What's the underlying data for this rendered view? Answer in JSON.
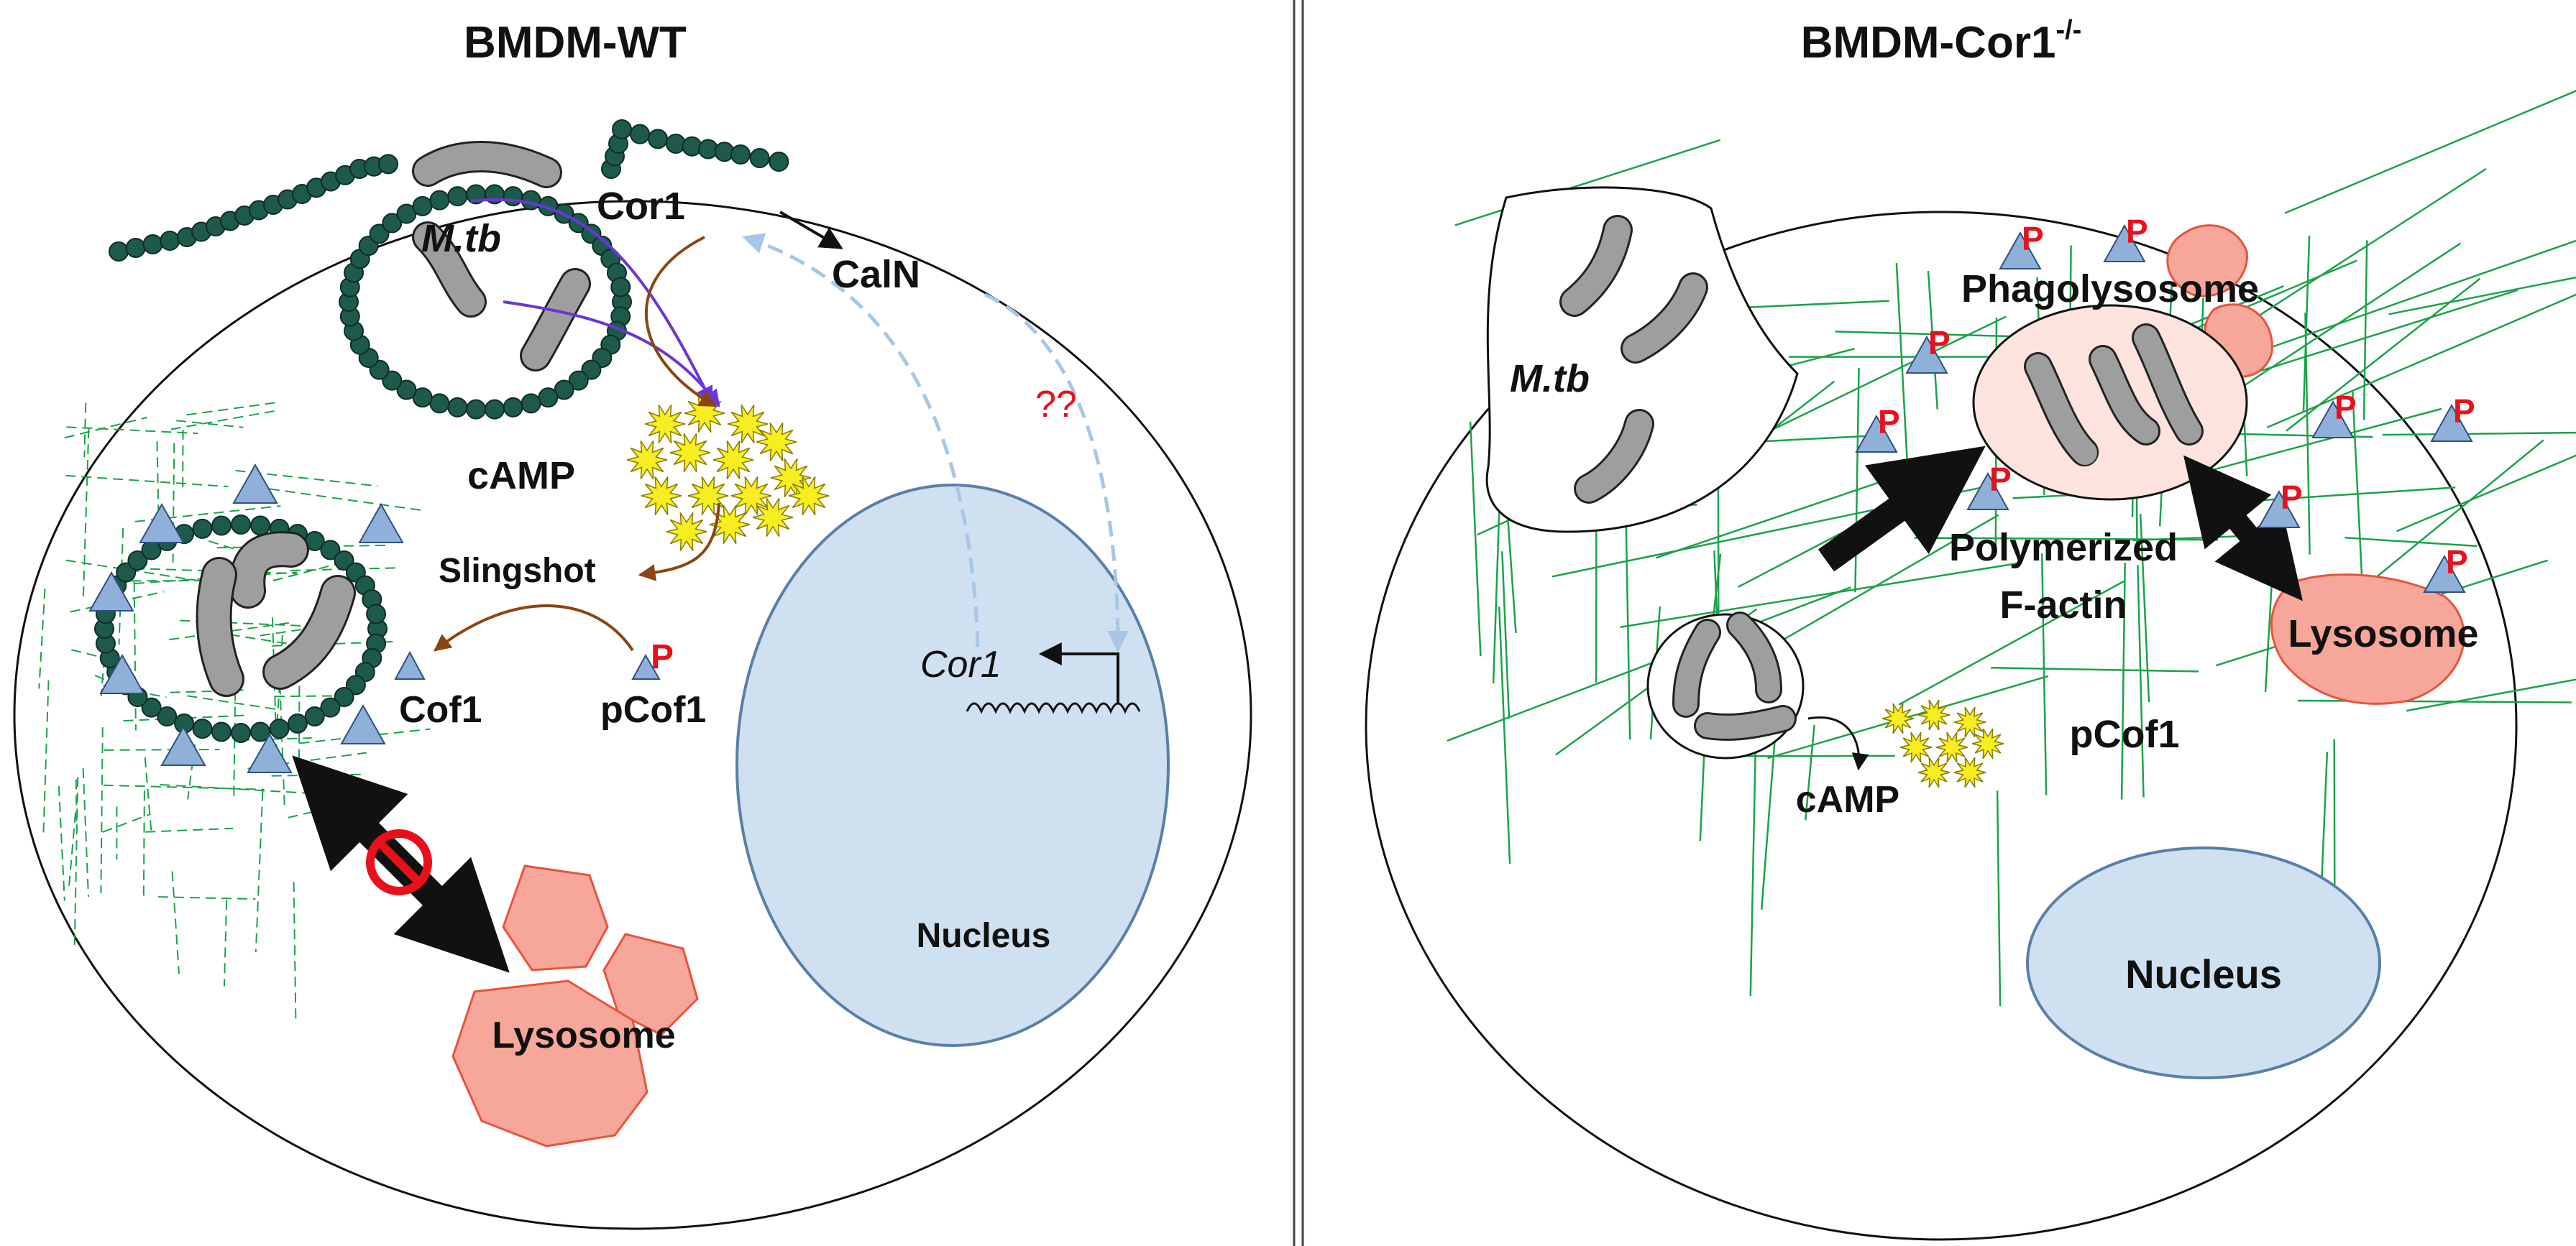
{
  "panels": {
    "wt": {
      "title": "BMDM-WT",
      "labels": {
        "mtb": "M.tb",
        "cor1": "Cor1",
        "caln": "CalN",
        "question": "??",
        "camp": "cAMP",
        "slingshot": "Slingshot",
        "cof1": "Cof1",
        "pcof1": "pCof1",
        "p": "P",
        "cor1_gene": "Cor1",
        "nucleus": "Nucleus",
        "lysosome": "Lysosome"
      }
    },
    "ko": {
      "title_main": "BMDM-Cor1",
      "title_sup": "-/-",
      "labels": {
        "mtb": "M.tb",
        "phagolysosome": "Phagolysosome",
        "polymerized": "Polymerized",
        "factin": "F-actin",
        "lysosome": "Lysosome",
        "pcof1": "pCof1",
        "camp": "cAMP",
        "nucleus": "Nucleus",
        "p": "P"
      }
    }
  },
  "colors": {
    "coronin_bead": "#1e5a4c",
    "actin": "#1aa34a",
    "bacteria": "#9e9e9e",
    "lysosome": "#f6a799",
    "lysosome_edge": "#e8533d",
    "nucleus": "#cfe0f1",
    "nucleus_edge": "#5b7fa6",
    "triangle": "#8fb0d8",
    "phospho": "#e8101a",
    "camp": "#f7ee21",
    "brown_arrow": "#8b4513",
    "purple_arrow": "#6a36d6",
    "dashed_arrow": "#a8c6e6",
    "inhibit": "#e8101a"
  }
}
